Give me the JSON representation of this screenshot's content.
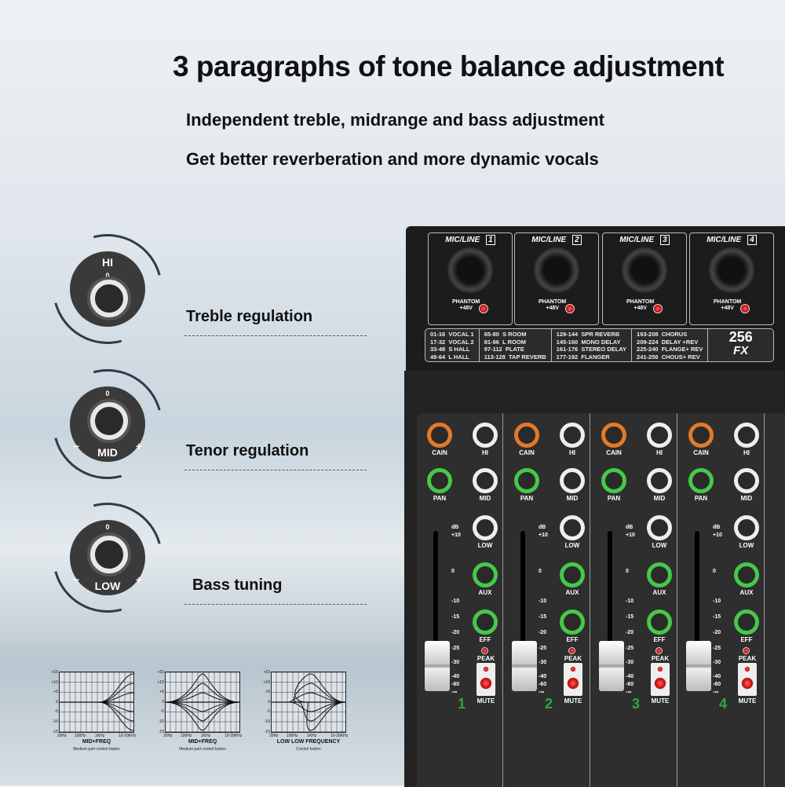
{
  "headline": {
    "title": "3 paragraphs of tone balance adjustment",
    "line1": "Independent treble, midrange and bass adjustment",
    "line2": "Get better reverberation and more dynamic vocals"
  },
  "knobs": [
    {
      "label": "HI",
      "zero": "0",
      "minus": "",
      "plus": "",
      "feature": "Treble regulation"
    },
    {
      "label": "MID",
      "zero": "0",
      "minus": "−",
      "plus": "+",
      "feature": "Tenor regulation"
    },
    {
      "label": "LOW",
      "zero": "0",
      "minus": "−",
      "plus": "+",
      "feature": "Bass tuning"
    }
  ],
  "graphs": [
    {
      "caption": "MID+FREQ",
      "sub": "Medium part control button",
      "y_ticks": [
        "+15",
        "+10",
        "+5",
        "0",
        "-5",
        "-10",
        "-15"
      ],
      "x_ticks": [
        "20Hz",
        "100Hz",
        "1KHz",
        "10-20KHz"
      ]
    },
    {
      "caption": "MID+FREQ",
      "sub": "Medium part control button",
      "y_ticks": [
        "+15",
        "+10",
        "+5",
        "0",
        "-5",
        "-10",
        "-15"
      ],
      "x_ticks": [
        "20Hz",
        "100Hz",
        "1KHz",
        "10-20KHz"
      ]
    },
    {
      "caption": "LOW LOW FREQUENCY",
      "sub": "Control button",
      "y_ticks": [
        "+15",
        "+10",
        "+5",
        "0",
        "-5",
        "-10",
        "-15"
      ],
      "x_ticks": [
        "20Hz",
        "100Hz",
        "1KHz",
        "10-20KHz"
      ]
    }
  ],
  "mixer": {
    "inputs": [
      {
        "label": "MIC/LINE",
        "num": "1"
      },
      {
        "label": "MIC/LINE",
        "num": "2"
      },
      {
        "label": "MIC/LINE",
        "num": "3"
      },
      {
        "label": "MIC/LINE",
        "num": "4"
      }
    ],
    "phantom": "PHANTOM\n+48V",
    "fx_columns": [
      "01-16  VOCAL 1\n17-32  VOCAL 2\n33-48  S HALL\n49-64  L HALL",
      "65-80  S ROOM\n81-96  L ROOM\n97-112  PLATE\n113-128  TAP REVERB",
      "129-144  SPR REVERB\n145-160  MONO DELAY\n161-176  STEREO DELAY\n177-192  FLANGER",
      "193-208  CHORUS\n209-224  DELAY +REV\n225-240  FLANGE+ REV\n241-256  CHOUS+ REV"
    ],
    "fx_count": "256",
    "fx_label": "FX",
    "knob_labels": {
      "gain": "CAIN",
      "hi": "HI",
      "pan": "PAN",
      "mid": "MID",
      "low": "LOW",
      "aux": "AUX",
      "eff": "EFF",
      "peak": "PEAK",
      "mute": "MUTE"
    },
    "fader_scale": [
      "dB",
      "+10",
      "0",
      "-10",
      "-15",
      "-20",
      "-25",
      "-30",
      "-40",
      "-60",
      "-∞"
    ],
    "channels": [
      "1",
      "2",
      "3",
      "4"
    ],
    "accent_green": "#46c84a",
    "accent_orange": "#e07a2a",
    "led_red": "#e02020"
  }
}
